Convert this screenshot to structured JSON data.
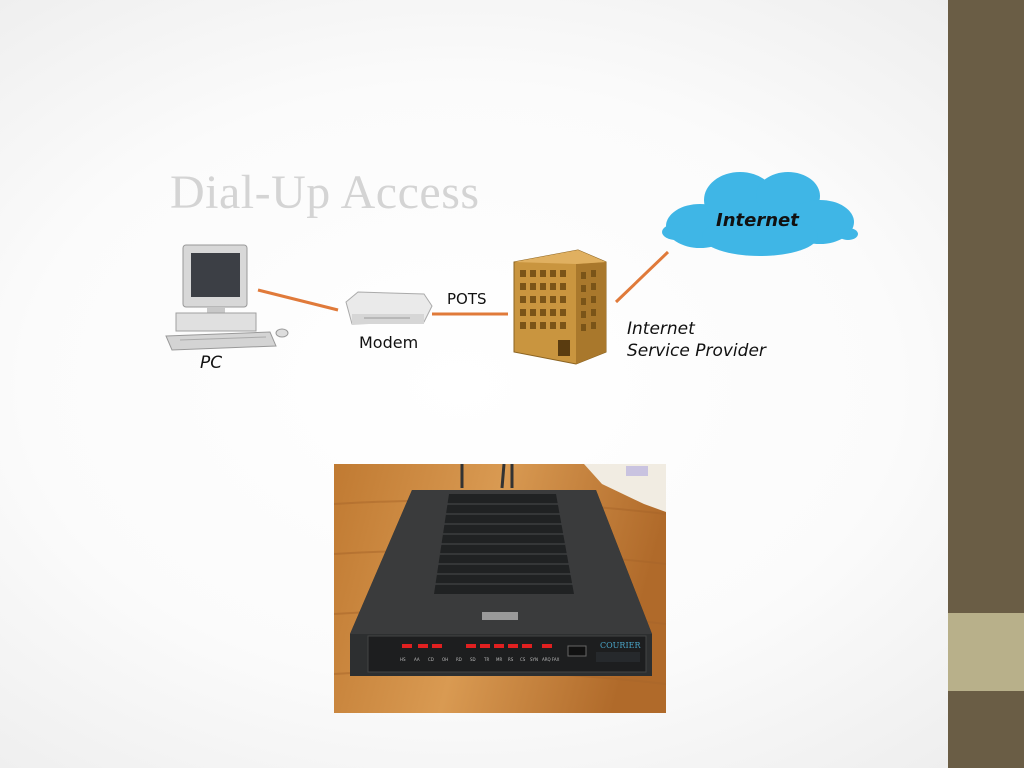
{
  "slide": {
    "title": "Dial-Up Access"
  },
  "diagram": {
    "pc_label": "PC",
    "modem_label": "Modem",
    "pots_label": "POTS",
    "isp_label_line1": "Internet",
    "isp_label_line2": "Service Provider",
    "internet_label": "Internet",
    "connector_color": "#e07a3a",
    "cloud_color": "#3fb6e6",
    "building_color": "#c9953f"
  },
  "photo": {
    "front_label": "COURIER",
    "led_labels": [
      "HS",
      "AA",
      "CD",
      "OH",
      "RD",
      "SD",
      "TR",
      "MR",
      "RS",
      "CS",
      "SYN",
      "ARQ FAX"
    ]
  },
  "theme": {
    "sidebar_color": "#6a5d45",
    "sidebar_accent_color": "#b8b08a"
  }
}
